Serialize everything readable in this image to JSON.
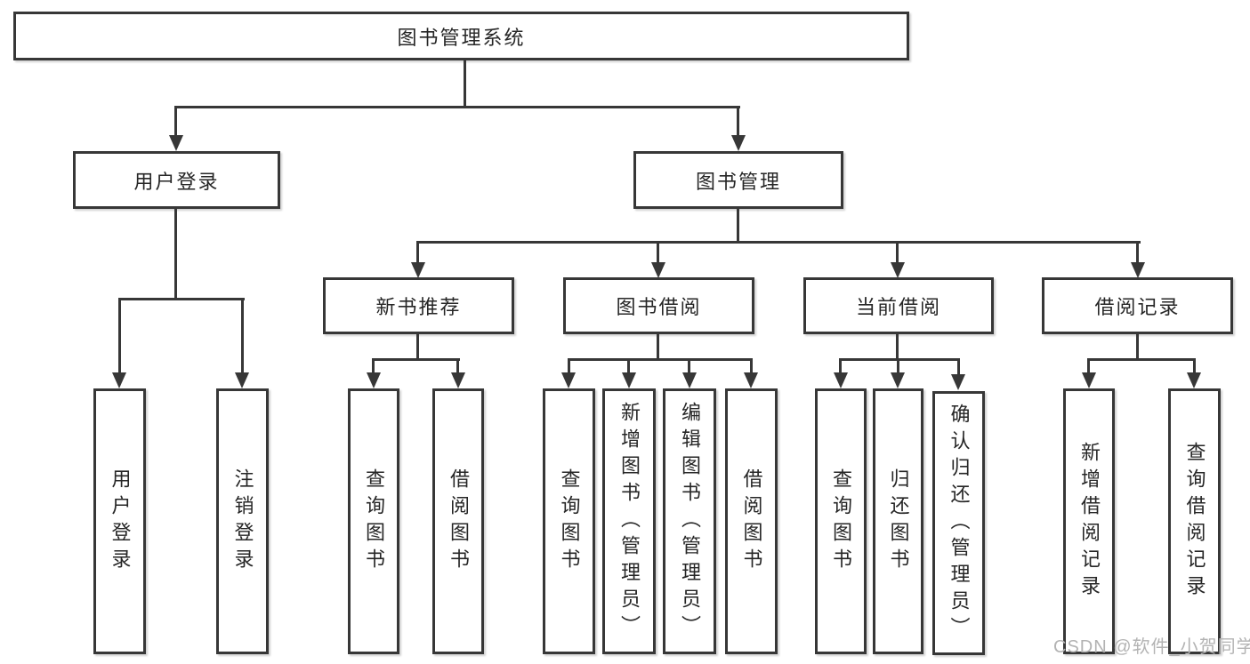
{
  "diagram": {
    "root": "图书管理系统",
    "level2": {
      "user_login": "用户登录",
      "book_mgmt": "图书管理"
    },
    "level3": {
      "new_books": "新书推荐",
      "book_borrow": "图书借阅",
      "current_borrow": "当前借阅",
      "borrow_records": "借阅记录"
    },
    "leaves": {
      "user_login": [
        "用户登录",
        "注销登录"
      ],
      "new_books": [
        "查询图书",
        "借阅图书"
      ],
      "book_borrow": [
        "查询图书",
        "新增图书（管理员）",
        "编辑图书（管理员）",
        "借阅图书"
      ],
      "current_borrow": [
        "查询图书",
        "归还图书",
        "确认归还（管理员）"
      ],
      "borrow_records": [
        "新增借阅记录",
        "查询借阅记录"
      ]
    }
  },
  "watermark": "CSDN @软件_小贺同学",
  "colors": {
    "line": "#373737",
    "text": "#262626",
    "watermark": "#b3b3b3",
    "background": "#ffffff"
  }
}
